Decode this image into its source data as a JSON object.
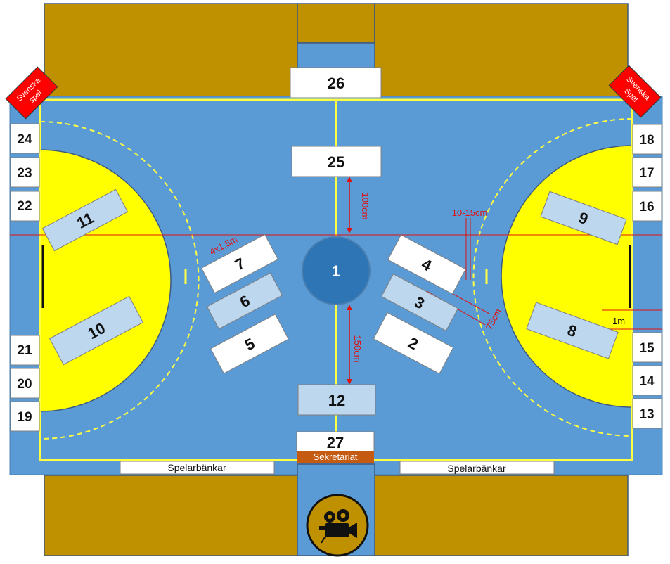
{
  "colors": {
    "court": "#5b9bd5",
    "stands": "#bf9000",
    "zone": "#ffff00",
    "line": "#ffff44",
    "dimension": "#e01010",
    "sponsor": "#ff0000",
    "center_circle": "#2e75b6",
    "sekretariat": "#c55a11",
    "light_board": "#bdd7ee"
  },
  "boards": {
    "b1": "1",
    "b2": "2",
    "b3": "3",
    "b4": "4",
    "b5": "5",
    "b6": "6",
    "b7": "7",
    "b8": "8",
    "b9": "9",
    "b10": "10",
    "b11": "11",
    "b12": "12",
    "b13": "13",
    "b14": "14",
    "b15": "15",
    "b16": "16",
    "b17": "17",
    "b18": "18",
    "b19": "19",
    "b20": "20",
    "b21": "21",
    "b22": "22",
    "b23": "23",
    "b24": "24",
    "b25": "25",
    "b26": "26",
    "b27": "27"
  },
  "labels": {
    "sekretariat": "Sekretariat",
    "bench_left": "Spelarbänkar",
    "bench_right": "Spelarbänkar",
    "sponsor_left_l1": "Svenska",
    "sponsor_left_l2": "spel",
    "sponsor_right_l1": "Svenska",
    "sponsor_right_l2": "Spel"
  },
  "dimensions": {
    "d100": "100cm",
    "d150": "150cm",
    "d1015": "10-15cm",
    "d75": "75cm",
    "d1m": "1m",
    "d4x15": "4x1,5m"
  },
  "icons": {
    "camera": "camera-icon"
  }
}
